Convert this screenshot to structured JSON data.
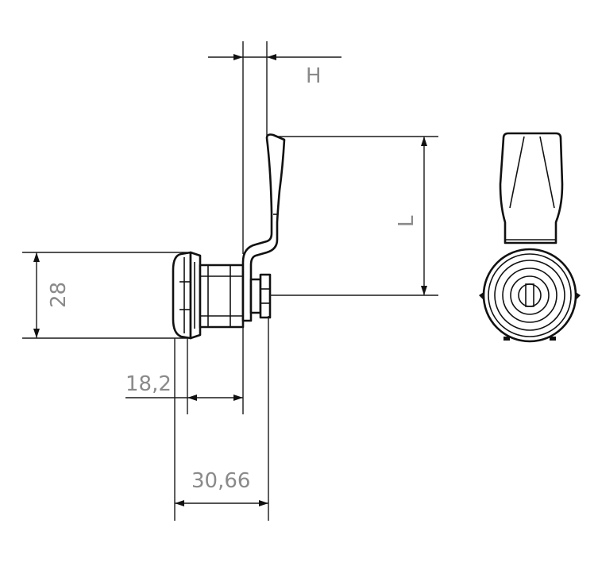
{
  "dimensions": {
    "width_height_label": "H",
    "lever_length_label": "L",
    "flange_diameter": "28",
    "body_depth": "18,2",
    "overall_depth": "30,66"
  },
  "colors": {
    "line": "#111111",
    "dimension_text": "#8a8a8a",
    "background": "#ffffff"
  }
}
